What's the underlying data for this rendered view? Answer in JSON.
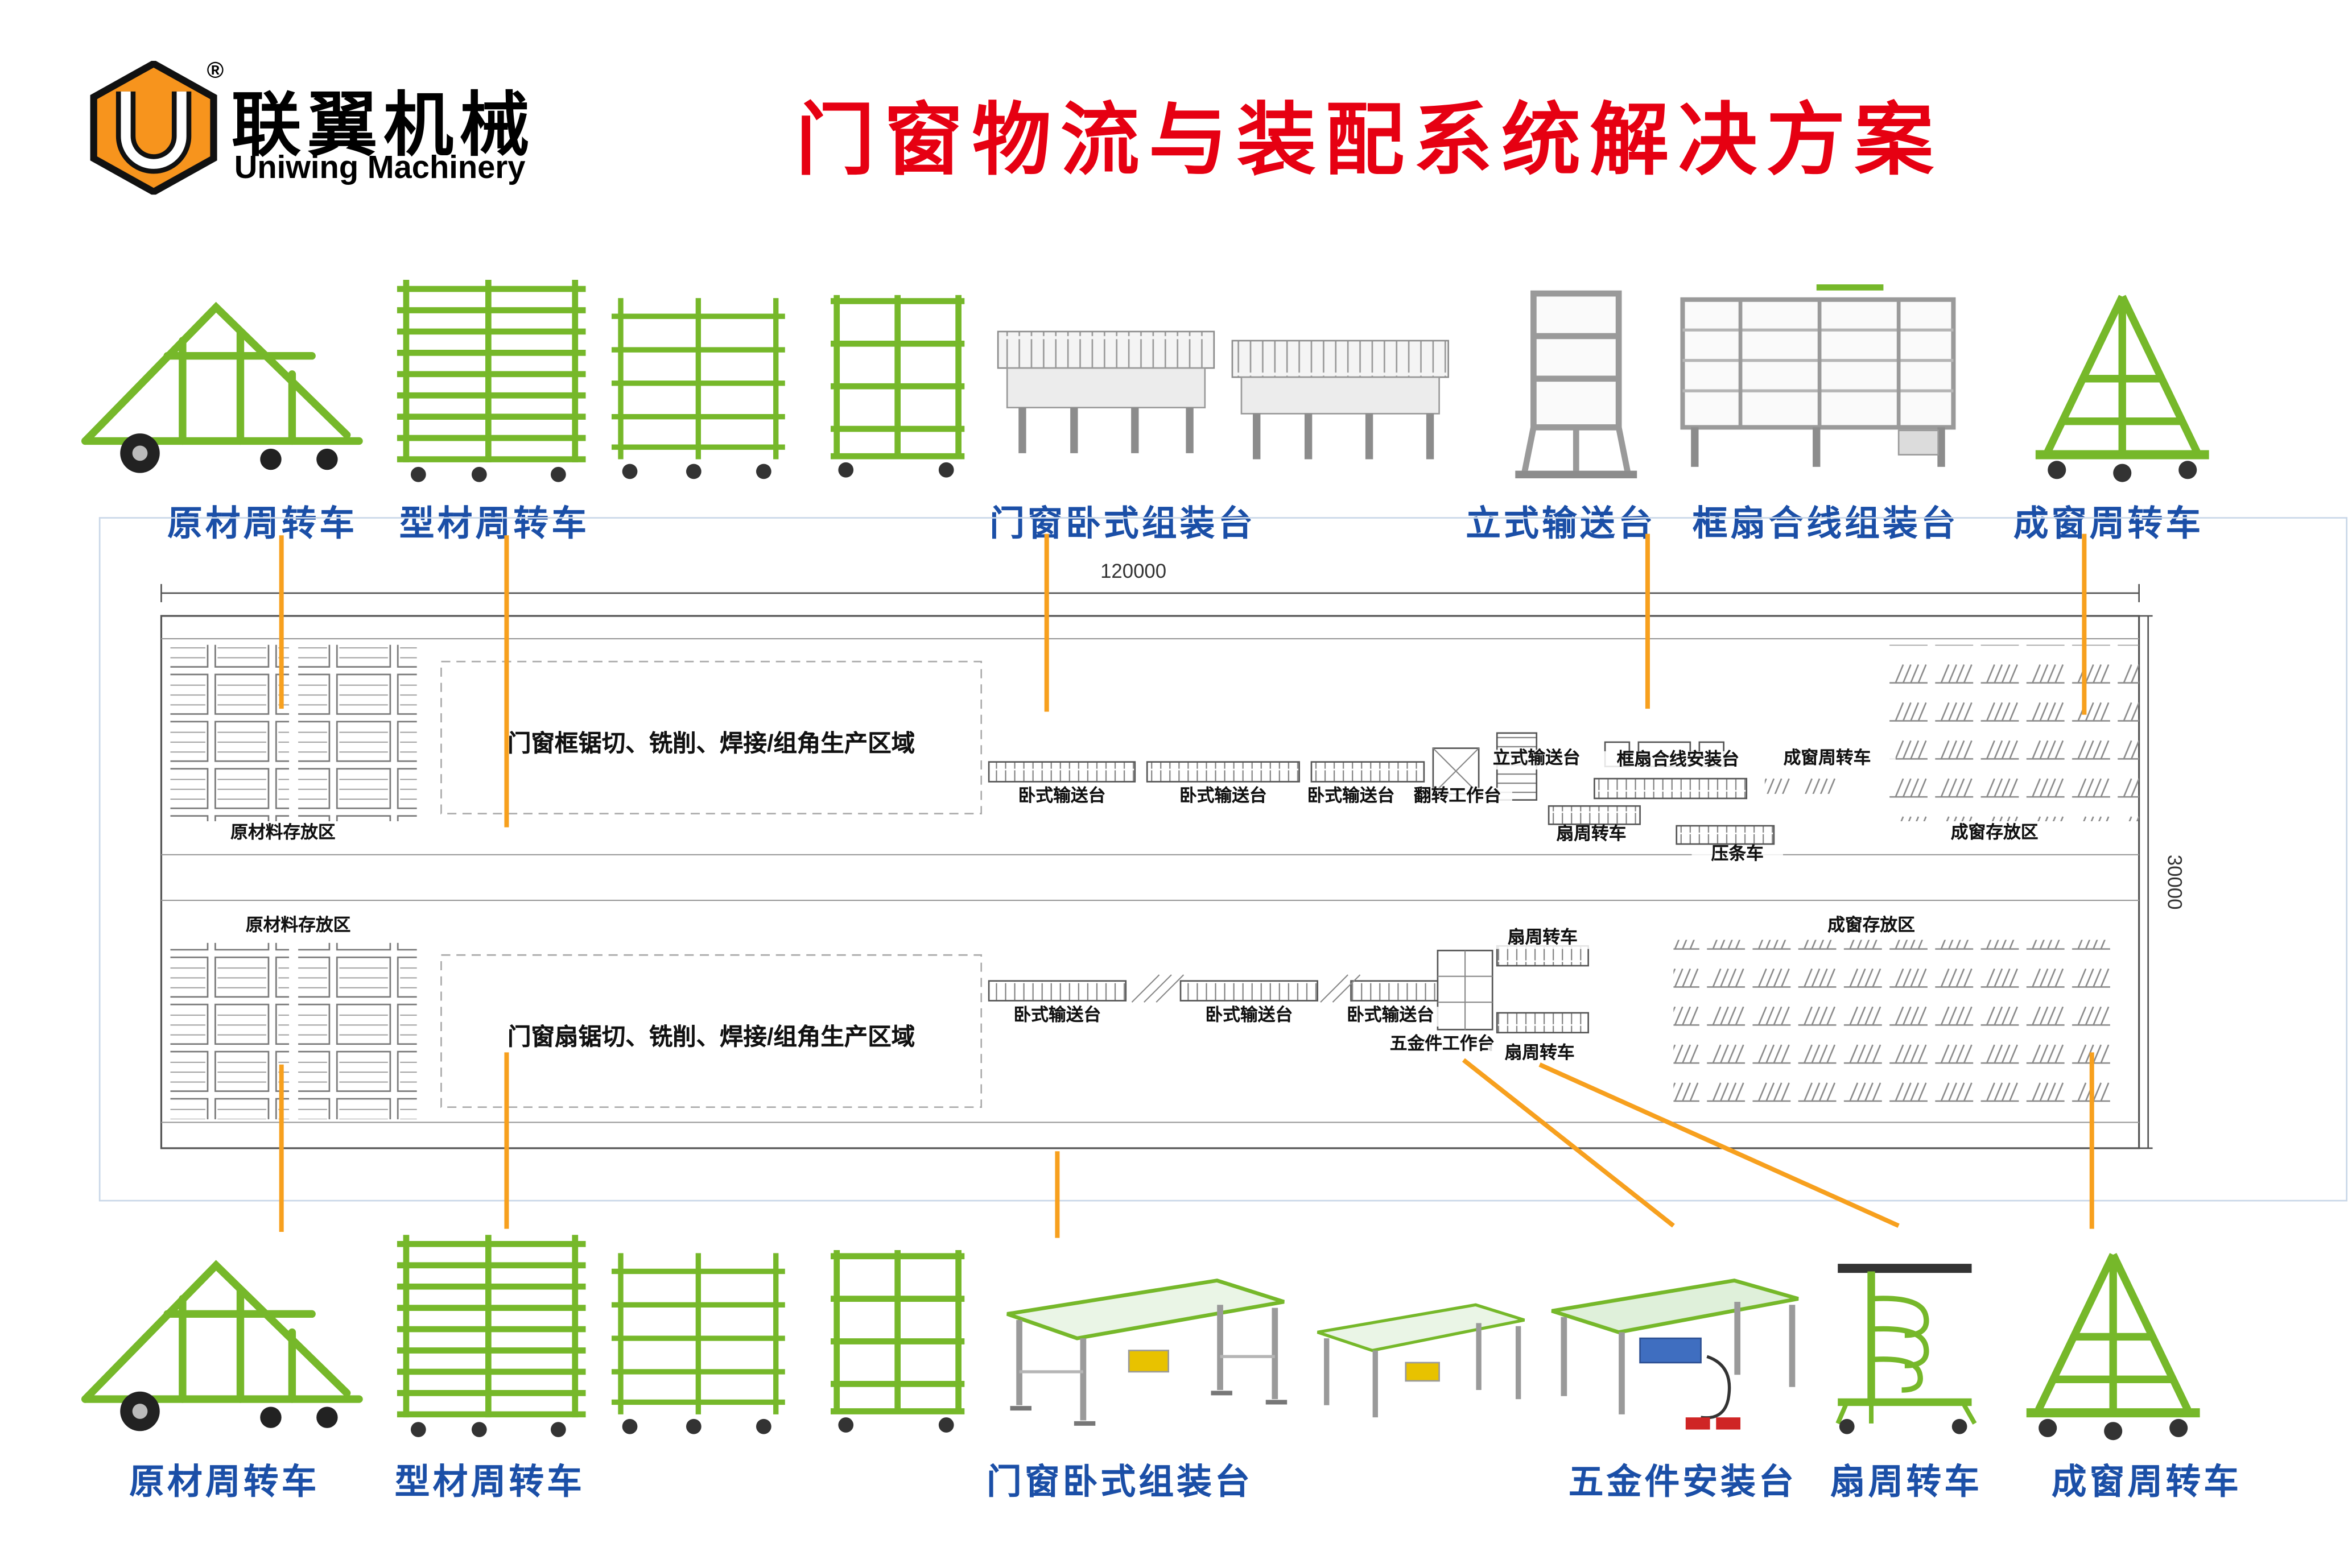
{
  "header": {
    "brand_cn": "联翼机械",
    "brand_en": "Uniwing Machinery",
    "registered": "®",
    "title": "门窗物流与装配系统解决方案"
  },
  "top_row": {
    "labels": [
      "原材周转车",
      "型材周转车",
      "门窗卧式组装台",
      "立式输送台",
      "框扇合线组装台",
      "成窗周转车"
    ]
  },
  "bottom_row": {
    "labels": [
      "原材周转车",
      "型材周转车",
      "门窗卧式组装台",
      "五金件安装台",
      "扇周转车",
      "成窗周转车"
    ]
  },
  "floorplan": {
    "dim_top": "120000",
    "dim_right": "30000",
    "line1": {
      "storage_label": "原材料存放区",
      "area_label": "门窗框锯切、铣削、焊接/组角生产区域",
      "conveyor1": "卧式输送台",
      "conveyor2": "卧式输送台",
      "conveyor3": "卧式输送台",
      "flip_table": "翻转工作台",
      "vertical_conveyor": "立式输送台",
      "frame_sash_station": "框扇合线安装台",
      "sash_cart": "扇周转车",
      "bead_cart": "压条车",
      "finished_cart": "成窗周转车",
      "finished_storage": "成窗存放区"
    },
    "line2": {
      "storage_label": "原材料存放区",
      "area_label": "门窗扇锯切、铣削、焊接/组角生产区域",
      "conveyor1": "卧式输送台",
      "conveyor2": "卧式输送台",
      "conveyor3": "卧式输送台",
      "hardware_table": "五金件工作台",
      "sash_cart_top": "扇周转车",
      "sash_cart_bottom": "扇周转车",
      "finished_storage": "成窗存放区"
    }
  },
  "colors": {
    "accent_orange": "#f7941d",
    "label_blue": "#1b4fa7",
    "title_red": "#e60012",
    "equipment_green": "#76b82a"
  }
}
